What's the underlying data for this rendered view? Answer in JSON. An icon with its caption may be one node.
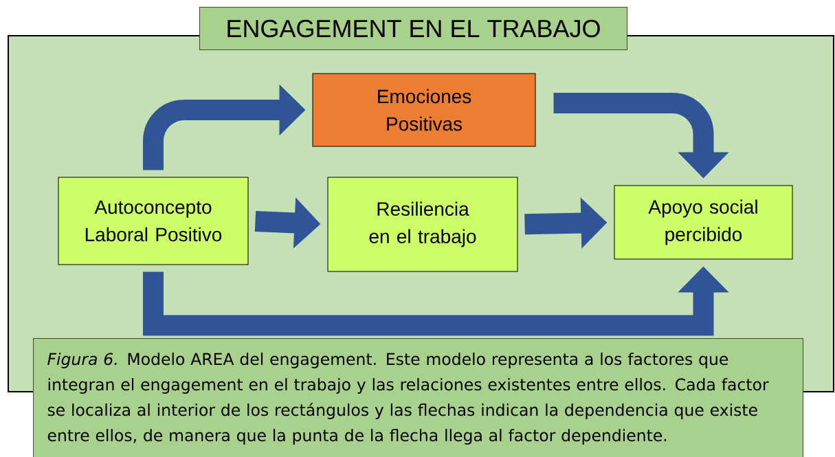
{
  "diagram": {
    "title": "ENGAGEMENT EN EL TRABAJO",
    "caption": "*Figura 6.* Modelo AREA del engagement. Este modelo representa a los factores que integran el engagement en el trabajo y las relaciones existentes entre ellos. Cada factor se localiza al interior de los rectángulos y las flechas indican la dependencia que existe entre ellos, de manera que la punta de la flecha llega al factor dependiente.",
    "nodes": [
      {
        "text": [
          "Emociones Positivas"
        ]
      },
      {
        "text": [
          "Autoconcepto Laboral Positivo"
        ]
      },
      {
        "text": [
          "Resiliencia en el trabajo"
        ]
      },
      {
        "text": [
          "Apoyo social percibido"
        ]
      }
    ],
    "edges": [
      {
        "from": 1,
        "to": 0,
        "arrow": "to"
      },
      {
        "from": 0,
        "to": 3,
        "arrow": "to"
      },
      {
        "from": 1,
        "to": 2,
        "arrow": "to"
      },
      {
        "from": 2,
        "to": 3,
        "arrow": "to"
      },
      {
        "from": 1,
        "to": 3,
        "arrow": "to"
      }
    ]
  }
}
